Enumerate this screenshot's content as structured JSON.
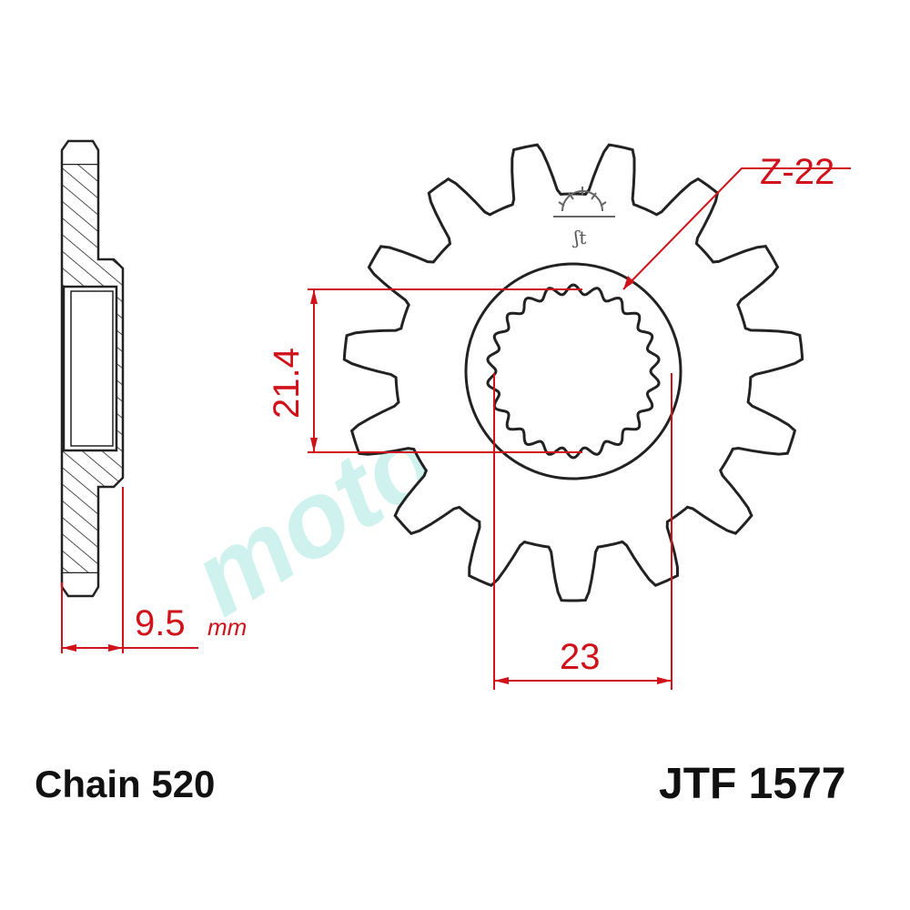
{
  "dimensions": {
    "thickness": "9.5",
    "thickness_unit": "mm",
    "bore_spline_height": "21.4",
    "bore_width": "23",
    "spline_count": "Z-22"
  },
  "chain_label": "Chain 520",
  "part_number": "JTF 1577",
  "watermark": "moto2door",
  "colors": {
    "dimension": "#d0121b",
    "outline": "#222222",
    "watermark": "#bfeeea"
  },
  "sprocket": {
    "teeth": 15,
    "splines": 22
  }
}
